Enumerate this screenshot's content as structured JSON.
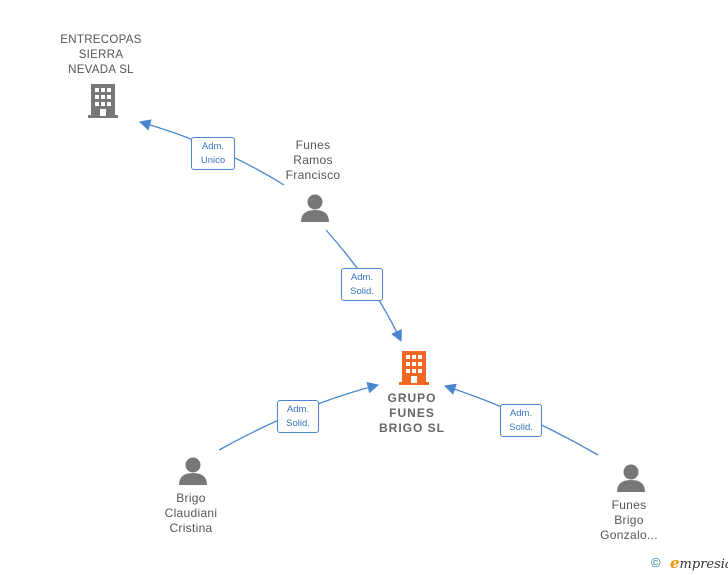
{
  "nodes": {
    "entrecopas": {
      "label": "ENTRECOPAS\nSIERRA\nNEVADA  SL",
      "type": "company",
      "icon": "building-icon",
      "color": "#777777"
    },
    "funes_ramos": {
      "label": "Funes\nRamos\nFrancisco",
      "type": "person",
      "icon": "person-icon",
      "color": "#777777"
    },
    "grupo_funes": {
      "label": "GRUPO\nFUNES\nBRIGO  SL",
      "type": "company",
      "icon": "building-icon",
      "color": "#f26522"
    },
    "brigo_claudiani": {
      "label": "Brigo\nClaudiani\nCristina",
      "type": "person",
      "icon": "person-icon",
      "color": "#777777"
    },
    "funes_brigo": {
      "label": "Funes\nBrigo\nGonzalo...",
      "type": "person",
      "icon": "person-icon",
      "color": "#777777"
    }
  },
  "edges": {
    "e1": {
      "label": "Adm.\nUnico",
      "from": "funes_ramos",
      "to": "entrecopas"
    },
    "e2": {
      "label": "Adm.\nSolid.",
      "from": "funes_ramos",
      "to": "grupo_funes"
    },
    "e3": {
      "label": "Adm.\nSolid.",
      "from": "brigo_claudiani",
      "to": "grupo_funes"
    },
    "e4": {
      "label": "Adm.\nSolid.",
      "from": "funes_brigo",
      "to": "grupo_funes"
    }
  },
  "colors": {
    "edge": "#4a86cf",
    "accent": "#f26522",
    "brand_accent": "#f39200"
  },
  "footer": {
    "copyright": "©",
    "brand_initial": "e",
    "brand_rest": "mpresia"
  }
}
